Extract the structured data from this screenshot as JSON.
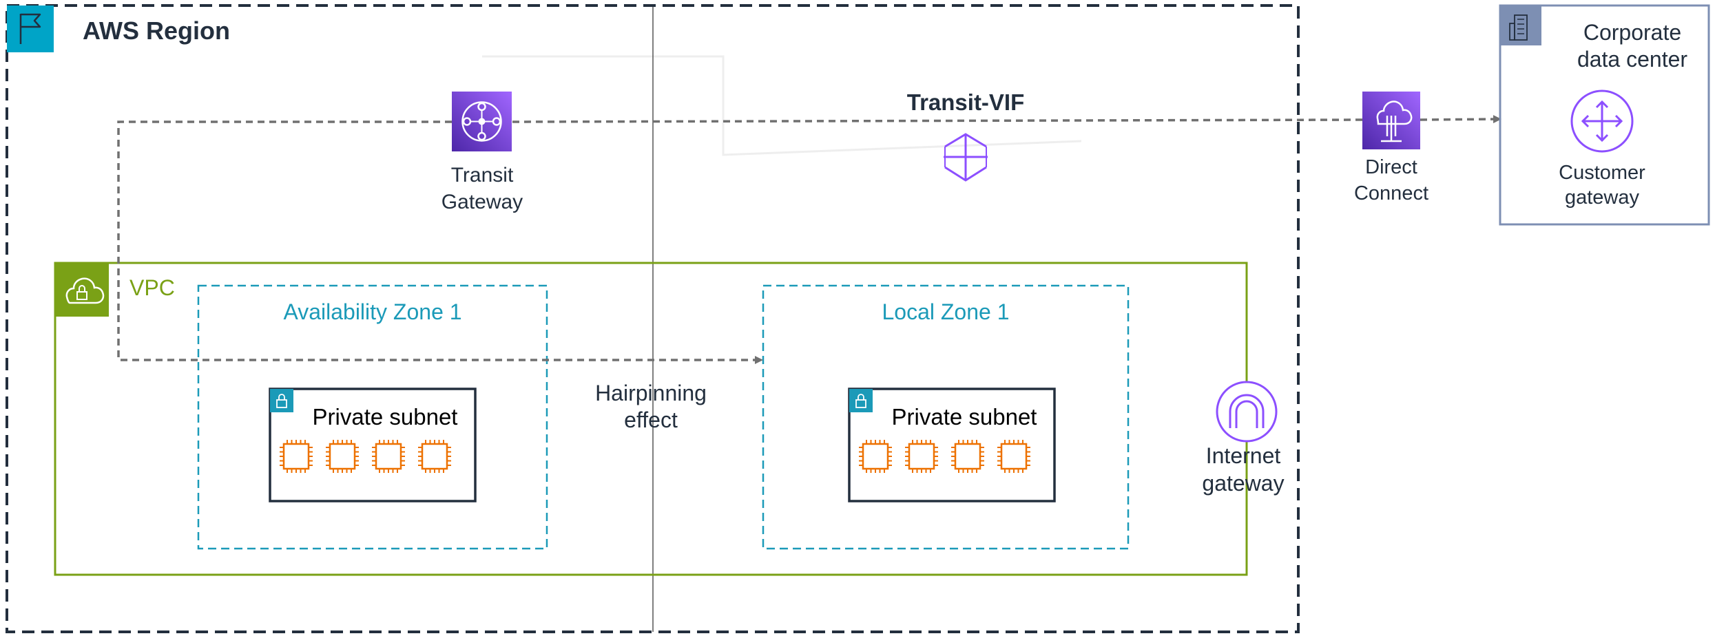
{
  "region": {
    "title": "AWS Region",
    "icon": "flag-icon"
  },
  "vpc": {
    "title": "VPC",
    "icon": "cloud-lock-icon",
    "color": "#7aa116"
  },
  "zones": [
    {
      "title": "Availability Zone 1",
      "subnet": {
        "title": "Private subnet",
        "icon": "lock-icon",
        "instance_count": 4
      }
    },
    {
      "title": "Local Zone 1",
      "subnet": {
        "title": "Private subnet",
        "icon": "lock-icon",
        "instance_count": 4
      }
    }
  ],
  "transit_gateway": {
    "label_line1": "Transit",
    "label_line2": "Gateway",
    "icon": "transit-gateway-icon"
  },
  "transit_vif": {
    "label": "Transit-VIF",
    "icon": "vif-arrows-icon"
  },
  "direct_connect": {
    "label_line1": "Direct",
    "label_line2": "Connect",
    "icon": "direct-connect-icon"
  },
  "corporate_dc": {
    "title_line1": "Corporate",
    "title_line2": "data center",
    "icon": "building-icon"
  },
  "customer_gateway": {
    "label_line1": "Customer",
    "label_line2": "gateway",
    "icon": "customer-gateway-icon"
  },
  "internet_gateway": {
    "label_line1": "Internet",
    "label_line2": "gateway",
    "icon": "internet-gateway-icon"
  },
  "hairpinning": {
    "line1": "Hairpinning",
    "line2": "effect"
  },
  "colors": {
    "region_border": "#232f3e",
    "region_badge": "#00a4c7",
    "vpc_green": "#7aa116",
    "zone_teal": "#1b9ab8",
    "service_purple": "#8c4fff",
    "instance_orange": "#ed7100",
    "corp_border": "#7d8fb3"
  }
}
